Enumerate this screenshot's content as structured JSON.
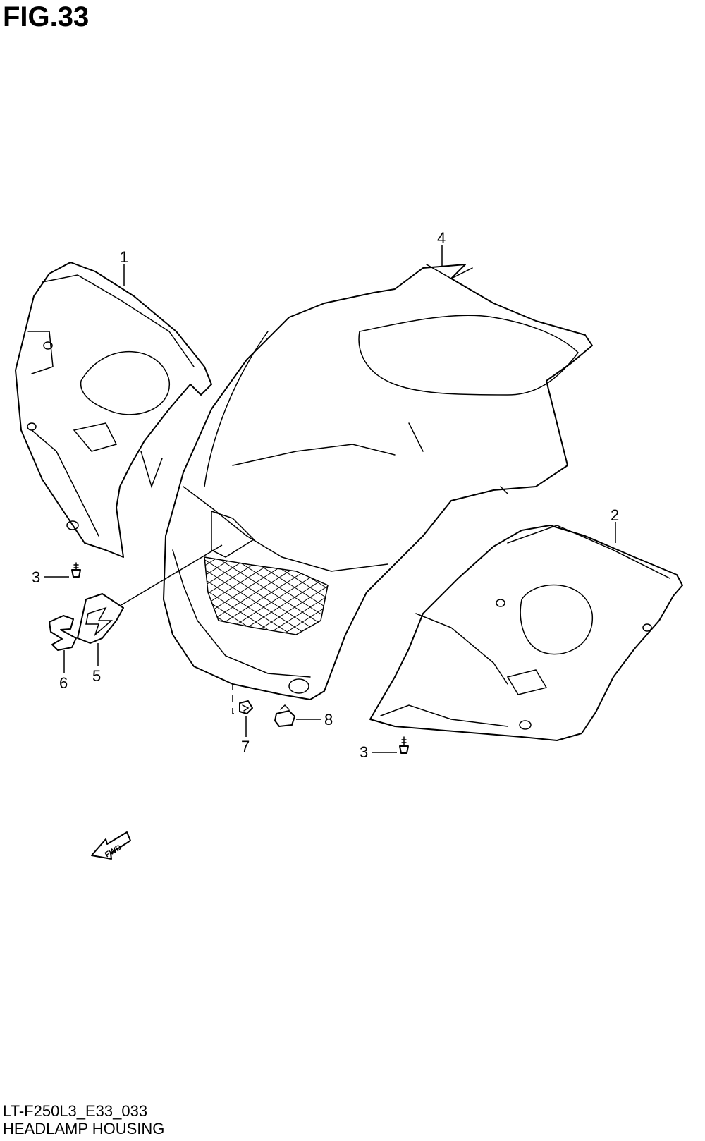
{
  "figure": {
    "title": "FIG.33",
    "code": "LT-F250L3_E33_033",
    "name": "HEADLAMP HOUSING"
  },
  "fwd_badge": "FWD",
  "callouts": [
    {
      "id": "part-1",
      "label": "1"
    },
    {
      "id": "part-2",
      "label": "2"
    },
    {
      "id": "part-3-left",
      "label": "3"
    },
    {
      "id": "part-3-right",
      "label": "3"
    },
    {
      "id": "part-4",
      "label": "4"
    },
    {
      "id": "part-5",
      "label": "5"
    },
    {
      "id": "part-6",
      "label": "6"
    },
    {
      "id": "part-7",
      "label": "7"
    },
    {
      "id": "part-8",
      "label": "8"
    }
  ]
}
